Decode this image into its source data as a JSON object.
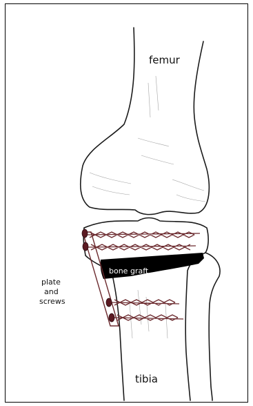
{
  "labels": {
    "femur": "femur",
    "tibia": "tibia",
    "bone_graft": "bone graft",
    "plate_line1": "plate",
    "plate_line2": "and",
    "plate_line3": "screws"
  },
  "colors": {
    "outline": "#1a1a1a",
    "screw": "#6b2a2e",
    "screw_head": "#5b1a22",
    "graft": "#000000",
    "background": "#ffffff"
  }
}
